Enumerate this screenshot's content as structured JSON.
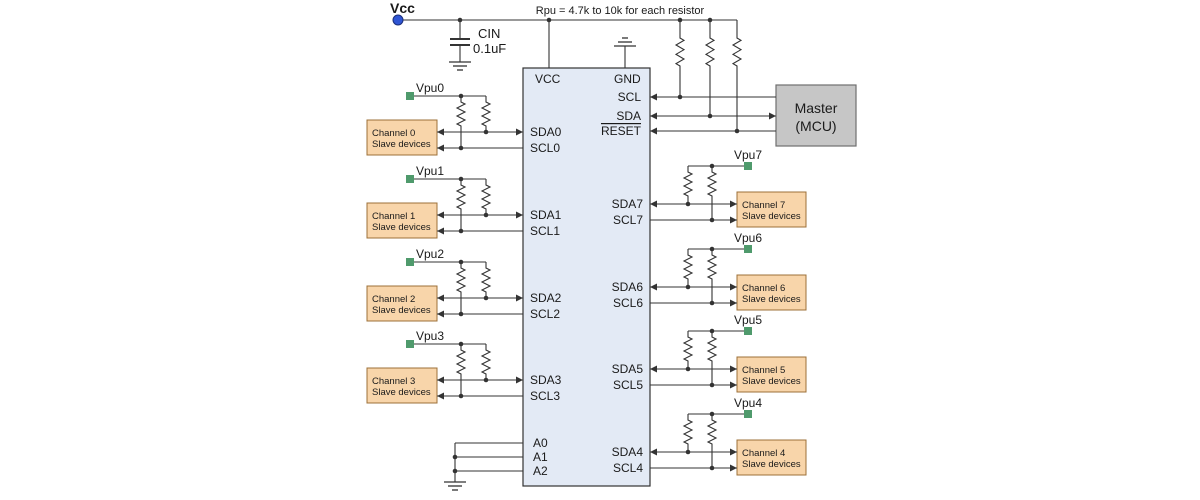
{
  "diagram": {
    "vcc_label": "Vcc",
    "rpu_note": "Rpu = 4.7k to 10k for each resistor",
    "capacitor": {
      "name": "CIN",
      "value": "0.1uF"
    }
  },
  "chip": {
    "vcc_pin": "VCC",
    "gnd_pin": "GND",
    "host_pins": {
      "scl": "SCL",
      "sda": "SDA",
      "reset": "RESET"
    },
    "address_pins": [
      "A0",
      "A1",
      "A2"
    ]
  },
  "master": {
    "line1": "Master",
    "line2": "(MCU)"
  },
  "left_channels": [
    {
      "vpu": "Vpu0",
      "sda": "SDA0",
      "scl": "SCL0",
      "label_line1": "Channel 0",
      "label_line2": "Slave devices"
    },
    {
      "vpu": "Vpu1",
      "sda": "SDA1",
      "scl": "SCL1",
      "label_line1": "Channel 1",
      "label_line2": "Slave devices"
    },
    {
      "vpu": "Vpu2",
      "sda": "SDA2",
      "scl": "SCL2",
      "label_line1": "Channel 2",
      "label_line2": "Slave devices"
    },
    {
      "vpu": "Vpu3",
      "sda": "SDA3",
      "scl": "SCL3",
      "label_line1": "Channel 3",
      "label_line2": "Slave devices"
    }
  ],
  "right_channels": [
    {
      "vpu": "Vpu7",
      "sda": "SDA7",
      "scl": "SCL7",
      "label_line1": "Channel 7",
      "label_line2": "Slave devices"
    },
    {
      "vpu": "Vpu6",
      "sda": "SDA6",
      "scl": "SCL6",
      "label_line1": "Channel 6",
      "label_line2": "Slave devices"
    },
    {
      "vpu": "Vpu5",
      "sda": "SDA5",
      "scl": "SCL5",
      "label_line1": "Channel 5",
      "label_line2": "Slave devices"
    },
    {
      "vpu": "Vpu4",
      "sda": "SDA4",
      "scl": "SCL4",
      "label_line1": "Channel 4",
      "label_line2": "Slave devices"
    }
  ],
  "colors": {
    "wire": "#333333",
    "text": "#1a1a1a",
    "chip_fill": "#e3eaf5",
    "chip_border": "#333333",
    "channel_fill": "#f8d5aa",
    "channel_border": "#9c7038",
    "master_fill": "#c6c6c6",
    "master_border": "#6f6f6f",
    "vcc_node": "#2f55d4",
    "vcc_node_border": "#1b2f7a",
    "vpu_node": "#4f9a6c"
  }
}
